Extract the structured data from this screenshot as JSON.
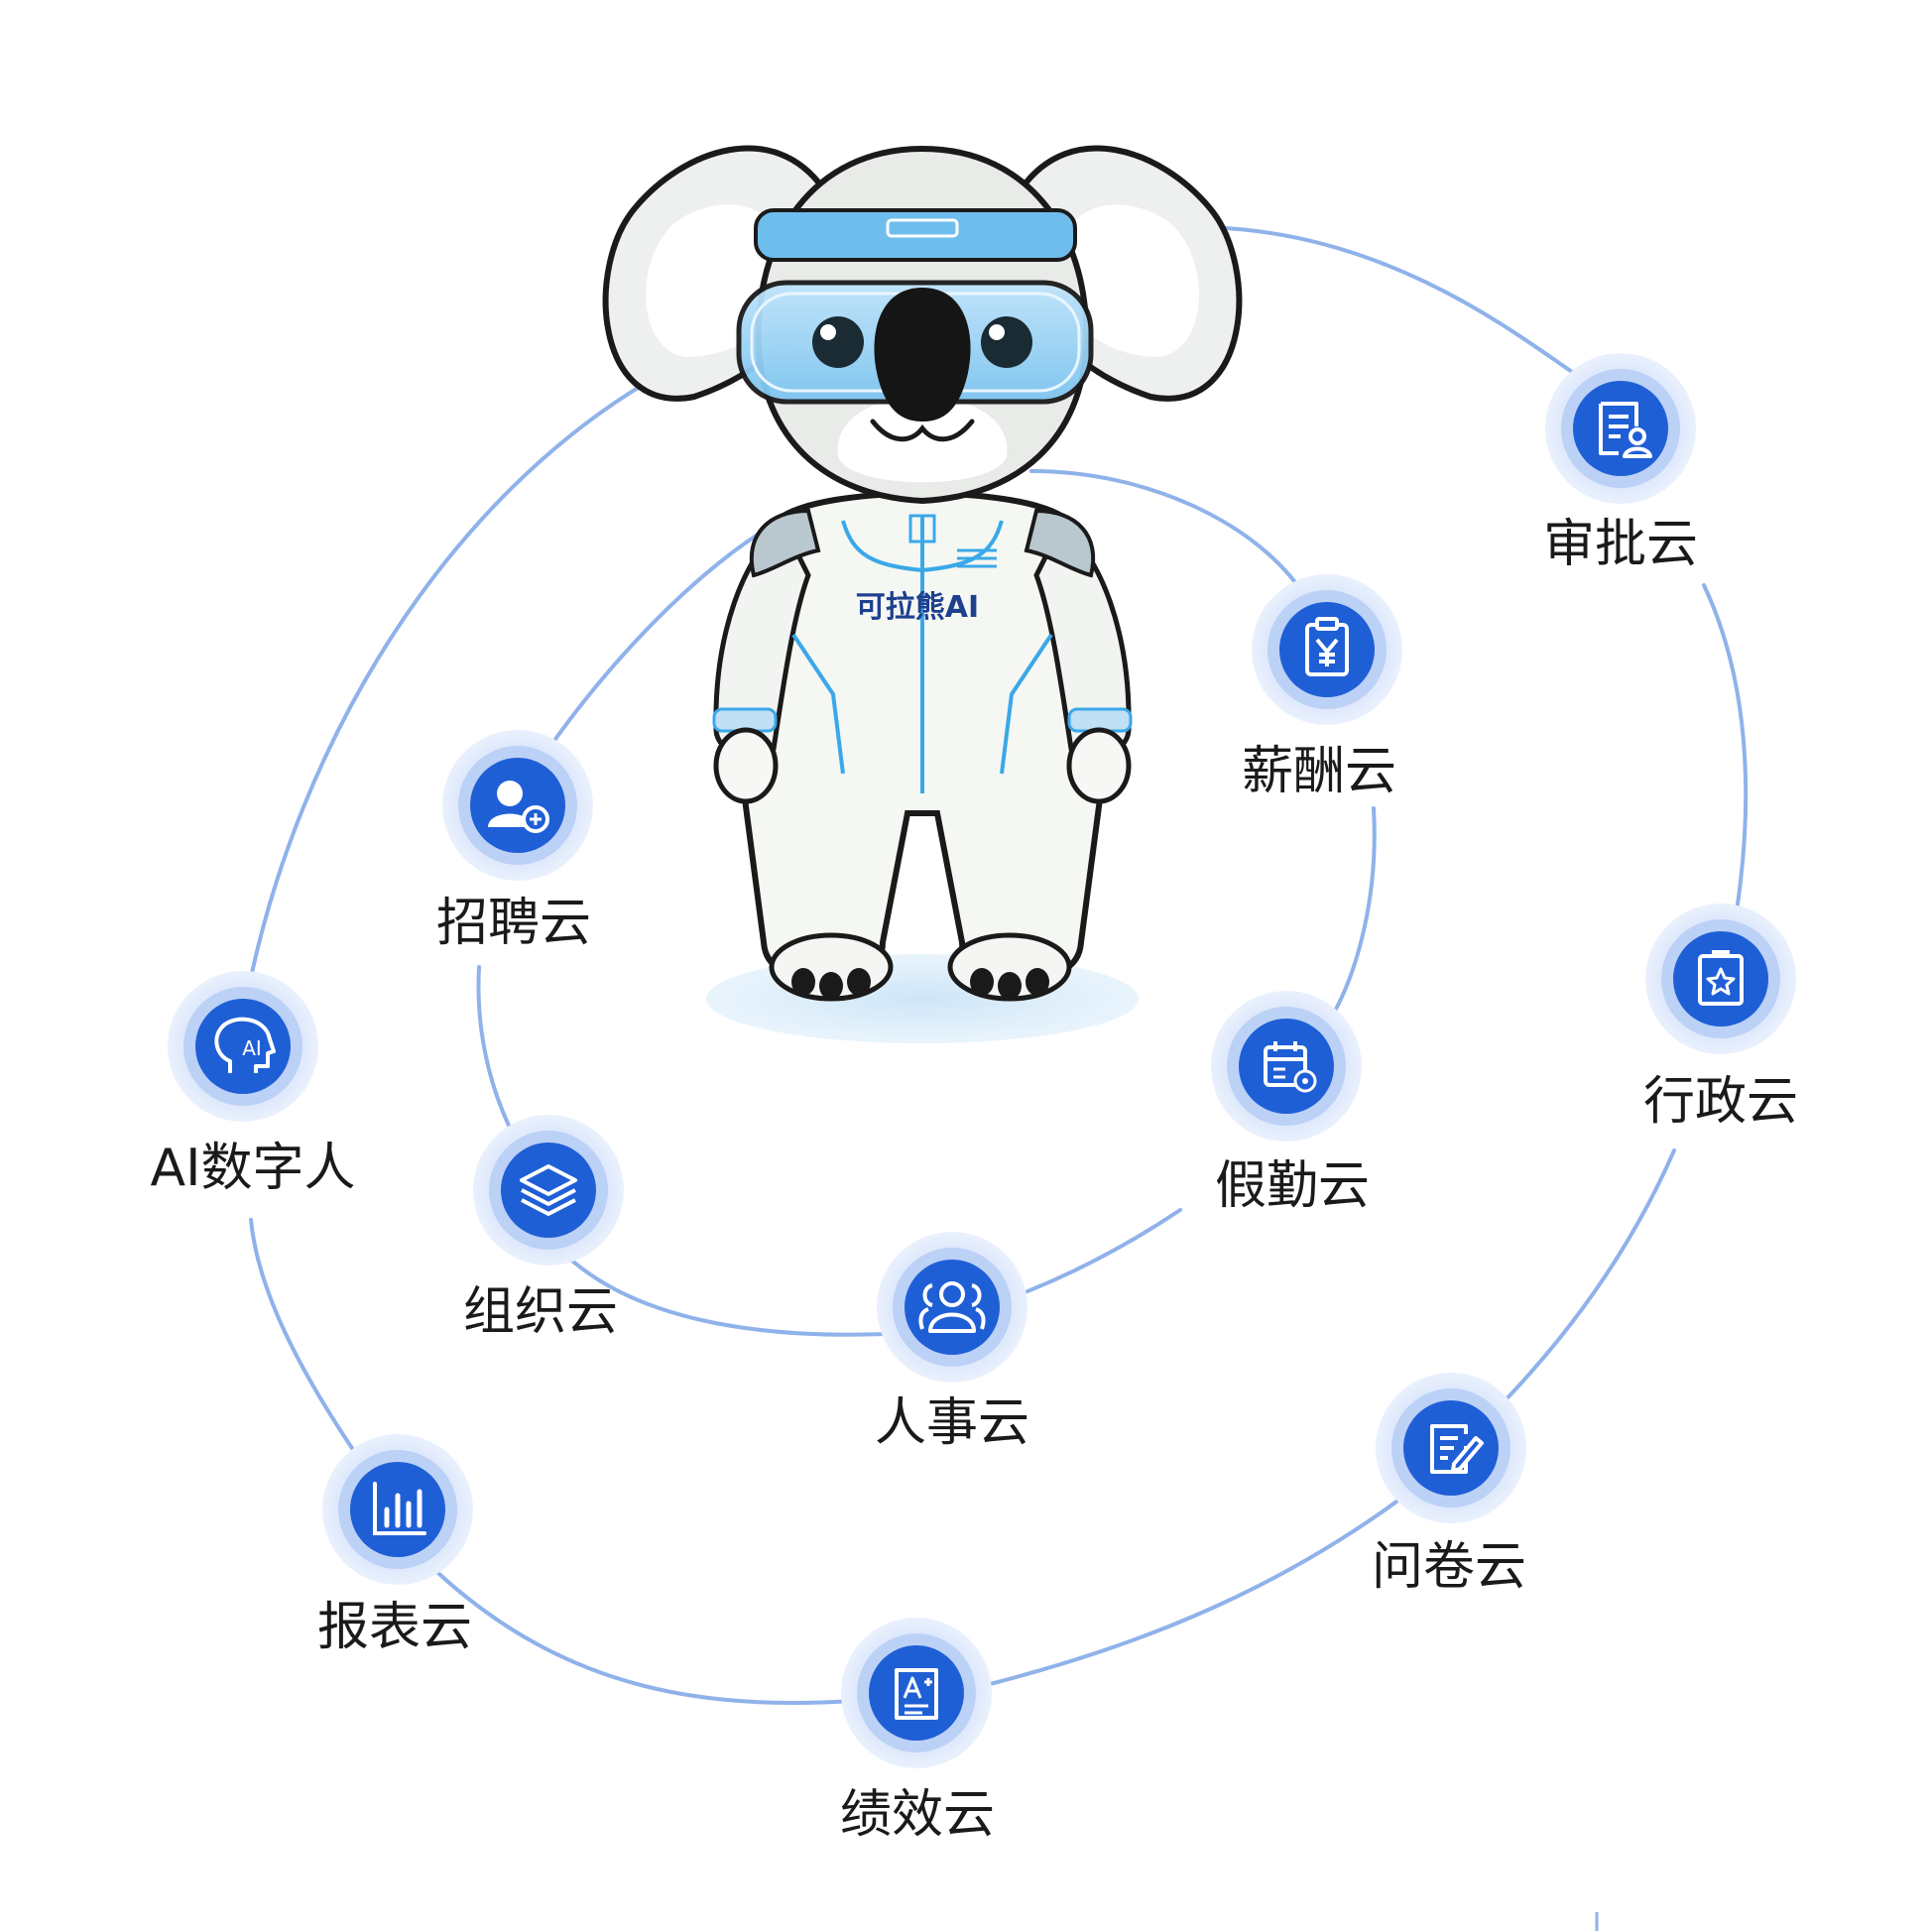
{
  "mascot": {
    "chest_text": "可拉熊AI"
  },
  "nodes": {
    "approval": {
      "label": "审批云",
      "icon": "approval-doc-icon"
    },
    "payroll": {
      "label": "薪酬云",
      "icon": "payroll-clipboard-yen-icon"
    },
    "recruit": {
      "label": "招聘云",
      "icon": "add-user-icon"
    },
    "admin": {
      "label": "行政云",
      "icon": "admin-badge-star-icon"
    },
    "ai_human": {
      "label": "AI数字人",
      "icon": "ai-head-icon"
    },
    "leave": {
      "label": "假勤云",
      "icon": "calendar-gear-icon"
    },
    "org": {
      "label": "组织云",
      "icon": "layers-icon"
    },
    "hr": {
      "label": "人事云",
      "icon": "users-group-icon"
    },
    "survey": {
      "label": "问卷云",
      "icon": "survey-edit-icon"
    },
    "report": {
      "label": "报表云",
      "icon": "bar-chart-icon"
    },
    "performance": {
      "label": "绩效云",
      "icon": "performance-doc-icon"
    }
  },
  "colors": {
    "node_blue": "#1f5fd6",
    "ring_light": "#dde8fb",
    "ring_mid": "#b9cff5",
    "connector": "#8fb2ea",
    "accent_cyan": "#3aa8e8",
    "label_text": "#1a1a1a"
  }
}
